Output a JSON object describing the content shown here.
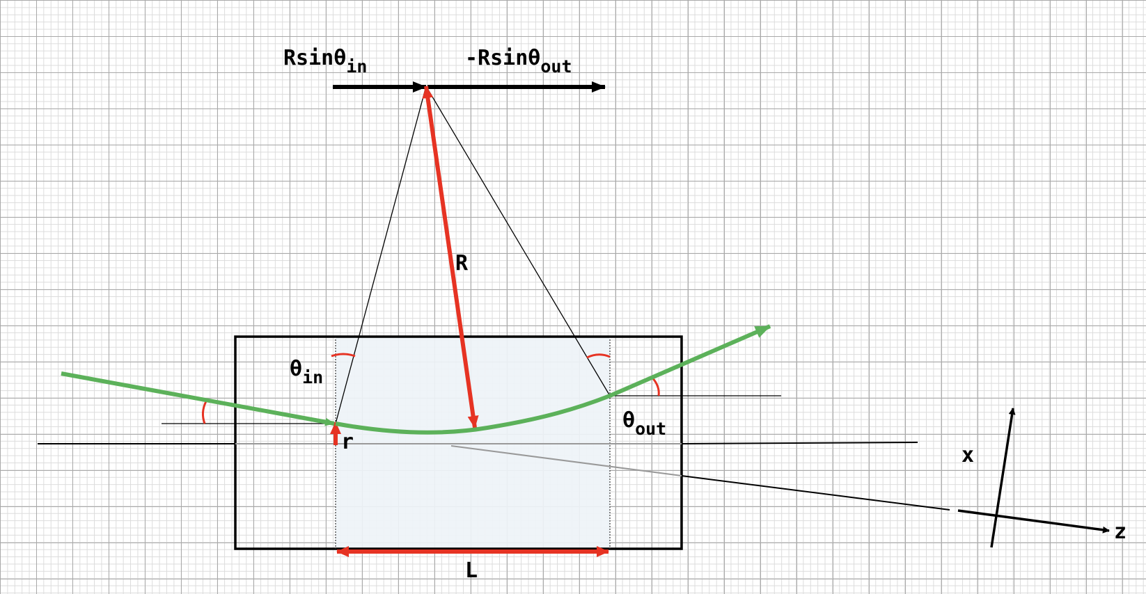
{
  "labels": {
    "r_sin_theta_in": {
      "main": "Rsinθ",
      "sub": "in"
    },
    "neg_r_sin_theta_out": {
      "main": "-Rsinθ",
      "sub": "out"
    },
    "radius": "R",
    "theta_in": {
      "main": "θ",
      "sub": "in"
    },
    "theta_out": {
      "main": "θ",
      "sub": "out"
    },
    "offset": "r",
    "length": "L",
    "axis_x": "x",
    "axis_z": "z"
  },
  "colors": {
    "beam": "#5cb15a",
    "vector": "#e63323",
    "region_fill": "#eef3f7",
    "outline": "#000000",
    "axis_gray": "#999999"
  }
}
